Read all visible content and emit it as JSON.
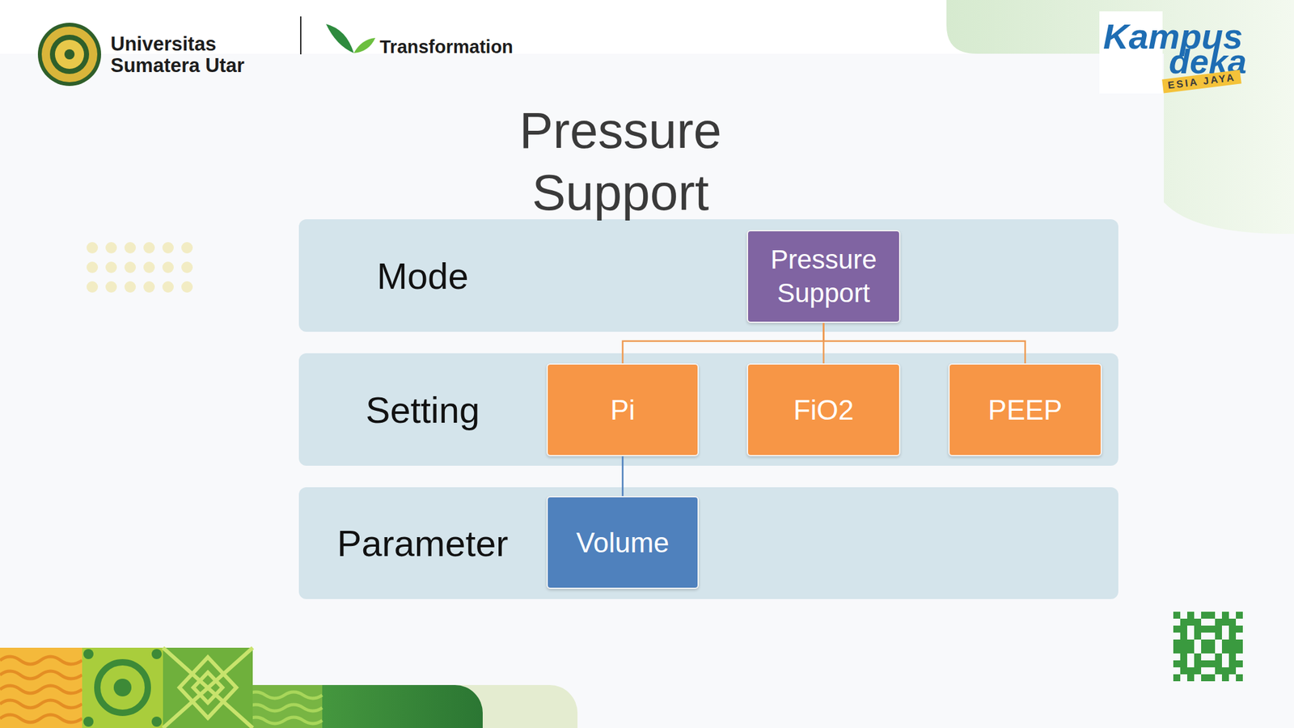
{
  "diagram": {
    "title": "Pressure Support",
    "nodes": [
      {
        "text": [
          "Mode"
        ]
      },
      {
        "text": [
          "Pressure Support"
        ],
        "in": 0
      },
      {
        "text": [
          "Setting"
        ]
      },
      {
        "text": [
          "Pi"
        ],
        "in": 2
      },
      {
        "text": [
          "FiO2"
        ],
        "in": 2
      },
      {
        "text": [
          "PEEP"
        ],
        "in": 2
      },
      {
        "text": [
          "Parameter"
        ]
      },
      {
        "text": [
          "Volume"
        ],
        "in": 6
      }
    ],
    "edges": [
      {
        "from": 1,
        "to": 3,
        "arrow": "none"
      },
      {
        "from": 1,
        "to": 4,
        "arrow": "none"
      },
      {
        "from": 1,
        "to": 5,
        "arrow": "none"
      },
      {
        "from": 3,
        "to": 7,
        "arrow": "none"
      }
    ],
    "labels": [
      "Universitas",
      "Sumatera Utar",
      "Transformation",
      "Kampus",
      "deka",
      "ESIA JAYA"
    ]
  }
}
